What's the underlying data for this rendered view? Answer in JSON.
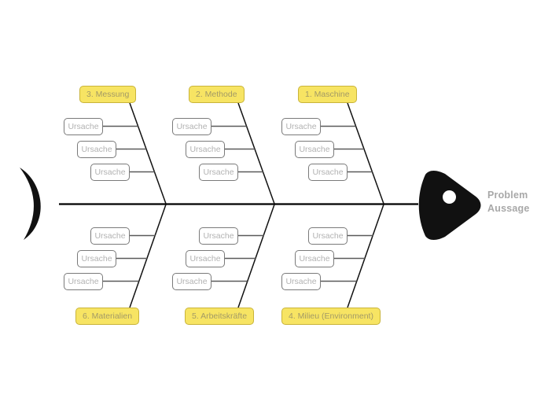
{
  "diagram": {
    "type": "fishbone-ishikawa",
    "problem_statement": {
      "line1": "Problem",
      "line2": "Aussage"
    },
    "colors": {
      "category_fill": "#f7e463",
      "category_border": "#c9b43a",
      "category_text": "#a39a66",
      "cause_fill": "#ffffff",
      "cause_border": "#7a7a7a",
      "cause_text": "#b2b2b2",
      "bone": "#000000",
      "fish_body": "#111111",
      "problem_text": "#a8a8a8"
    },
    "categories": [
      {
        "id": "messung",
        "label": "3. Messung",
        "position": "top",
        "column": 1,
        "causes": [
          {
            "label": "Ursache"
          },
          {
            "label": "Ursache"
          },
          {
            "label": "Ursache"
          }
        ]
      },
      {
        "id": "methode",
        "label": "2. Methode",
        "position": "top",
        "column": 2,
        "causes": [
          {
            "label": "Ursache"
          },
          {
            "label": "Ursache"
          },
          {
            "label": "Ursache"
          }
        ]
      },
      {
        "id": "maschine",
        "label": "1. Maschine",
        "position": "top",
        "column": 3,
        "causes": [
          {
            "label": "Ursache"
          },
          {
            "label": "Ursache"
          },
          {
            "label": "Ursache"
          }
        ]
      },
      {
        "id": "materialien",
        "label": "6. Materialien",
        "position": "bottom",
        "column": 1,
        "causes": [
          {
            "label": "Ursache"
          },
          {
            "label": "Ursache"
          },
          {
            "label": "Ursache"
          }
        ]
      },
      {
        "id": "arbeitskraefte",
        "label": "5. Arbeitskräfte",
        "position": "bottom",
        "column": 2,
        "causes": [
          {
            "label": "Ursache"
          },
          {
            "label": "Ursache"
          },
          {
            "label": "Ursache"
          }
        ]
      },
      {
        "id": "milieu",
        "label": "4. Milieu (Environment)",
        "position": "bottom",
        "column": 3,
        "causes": [
          {
            "label": "Ursache"
          },
          {
            "label": "Ursache"
          },
          {
            "label": "Ursache"
          }
        ]
      }
    ]
  }
}
